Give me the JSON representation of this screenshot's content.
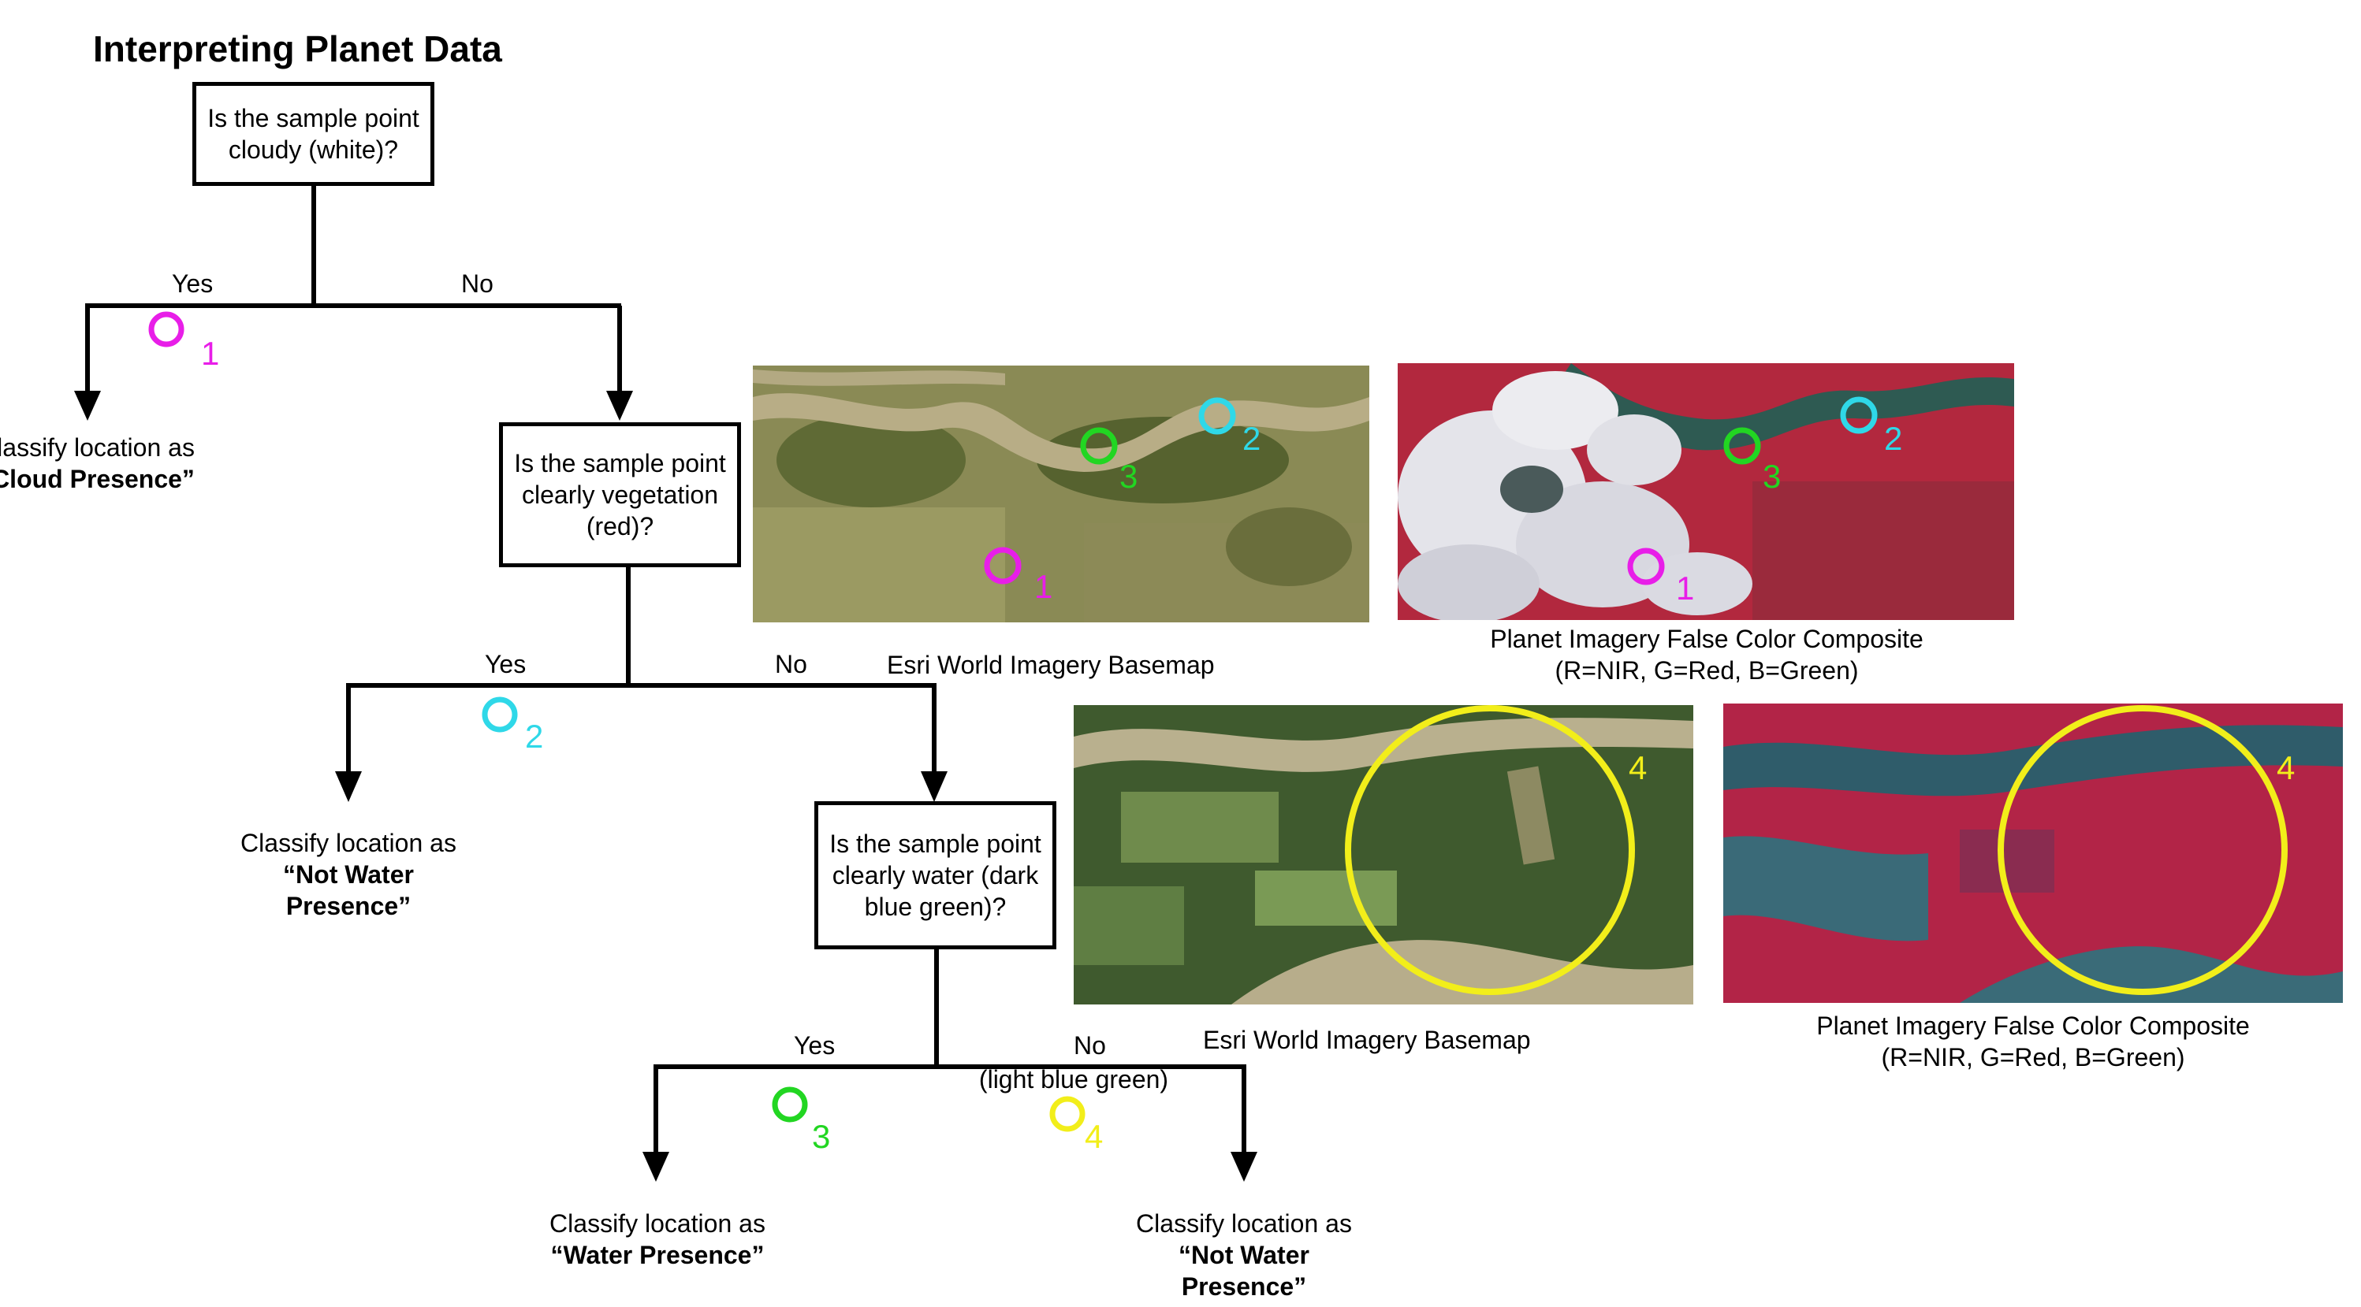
{
  "title": "Interpreting Planet Data",
  "questions": {
    "q1": "Is the sample point cloudy (white)?",
    "q2": "Is the sample point clearly vegetation (red)?",
    "q3": "Is the sample point clearly water (dark blue green)?"
  },
  "branches": {
    "q1_yes": "Yes",
    "q1_no": "No",
    "q2_yes": "Yes",
    "q2_no": "No",
    "q3_yes": "Yes",
    "q3_no": "No",
    "q3_no_note": "(light blue green)"
  },
  "outcomes": {
    "cloud": {
      "prefix": "Classify location as",
      "bold": "“Cloud Presence”"
    },
    "not_water_1": {
      "prefix": "Classify location as",
      "bold": "“Not Water Presence”"
    },
    "water": {
      "prefix": "Classify location as",
      "bold": "“Water Presence”"
    },
    "not_water_2": {
      "prefix": "Classify location as",
      "bold": "“Not Water Presence”"
    }
  },
  "markers": [
    {
      "num": "1",
      "color": "#e81ee8"
    },
    {
      "num": "2",
      "color": "#2fd8e8"
    },
    {
      "num": "3",
      "color": "#22d622"
    },
    {
      "num": "4",
      "color": "#f2ee1a"
    }
  ],
  "captions": {
    "esri_top": "Esri World Imagery Basemap",
    "planet_top_l1": "Planet Imagery False Color Composite",
    "planet_top_l2": "(R=NIR, G=Red, B=Green)",
    "esri_bottom": "Esri World Imagery Basemap",
    "planet_bottom_l1": "Planet Imagery False Color Composite",
    "planet_bottom_l2": "(R=NIR, G=Red, B=Green)"
  },
  "image_labels": {
    "esri_top_pts": [
      "1",
      "2",
      "3"
    ],
    "planet_top_pts": [
      "1",
      "2",
      "3"
    ],
    "esri_bottom_pt": "4",
    "planet_bottom_pt": "4"
  }
}
